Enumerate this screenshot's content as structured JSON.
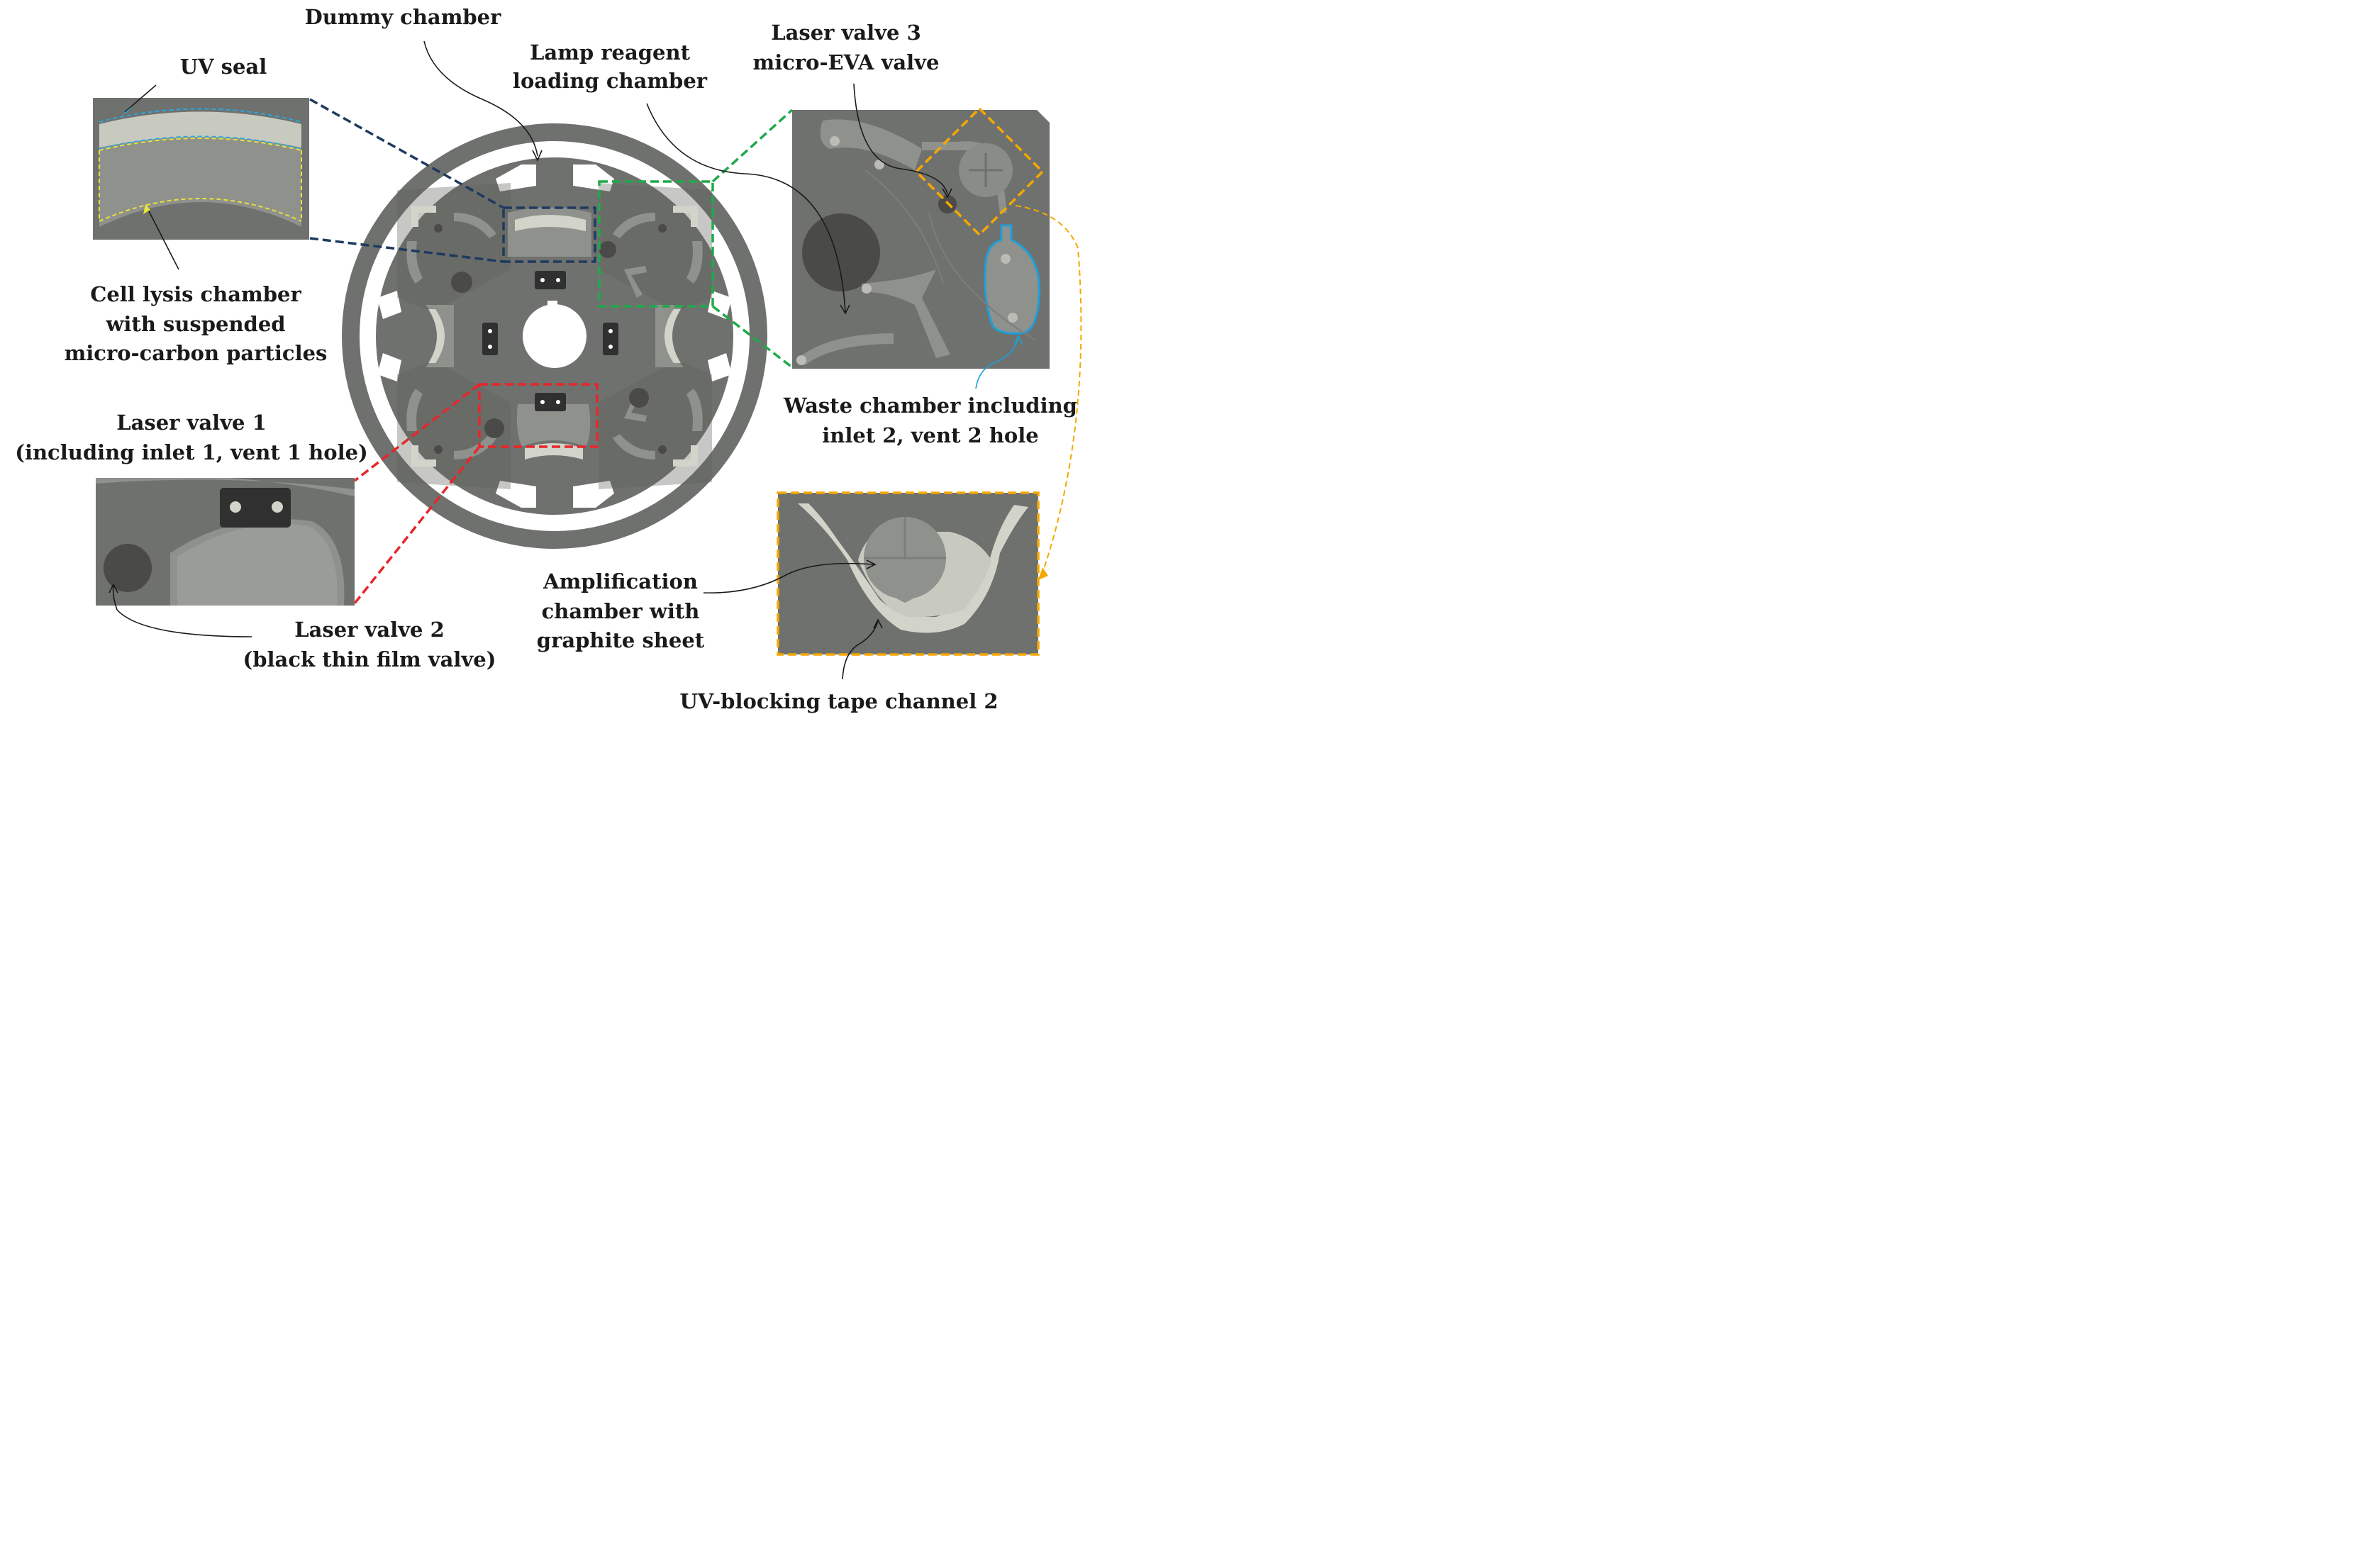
{
  "colors": {
    "disc_gray": "#6f716e",
    "channel_gray": "#8f918d",
    "channel_light": "#d3d4c9",
    "hole_dark": "#4a4b49",
    "valve_pad": "#2f302f",
    "callout_navy": "#1f3a5f",
    "callout_green": "#1faa4a",
    "callout_red": "#e8262a",
    "callout_orange": "#f5a800",
    "uv_seal_blue": "#2aa6e0",
    "particle_yellow": "#e8e23a",
    "waste_outline": "#1e9fd8"
  },
  "labels": {
    "dummy_chamber": "Dummy chamber",
    "uv_seal": "UV seal",
    "lamp_reagent_line1": "Lamp reagent",
    "lamp_reagent_line2": "loading chamber",
    "laser_valve3_line1": "Laser valve 3",
    "laser_valve3_line2": "micro-EVA valve",
    "cell_lysis_line1": "Cell lysis chamber",
    "cell_lysis_line2": "with suspended",
    "cell_lysis_line3": "micro-carbon particles",
    "laser_valve1_line1": "Laser valve 1",
    "laser_valve1_line2": "(including inlet 1, vent 1 hole)",
    "waste_line1": "Waste chamber including",
    "waste_line2": "inlet 2, vent 2 hole",
    "laser_valve2_line1": "Laser valve 2",
    "laser_valve2_line2": "(black thin film valve)",
    "amplification_line1": "Amplification",
    "amplification_line2": "chamber with",
    "amplification_line3": "graphite sheet",
    "uv_tape": "UV-blocking tape channel 2"
  }
}
